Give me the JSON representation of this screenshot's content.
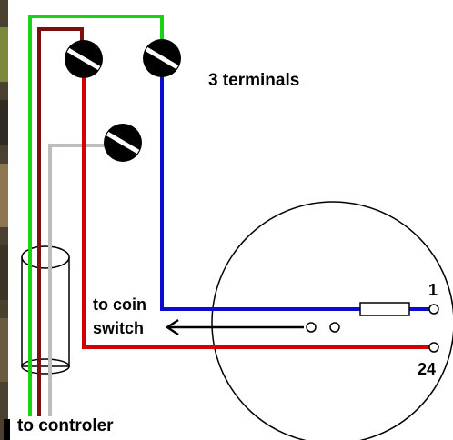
{
  "labels": {
    "terminals": "3 terminals",
    "coin_line1": "to coin",
    "coin_line2": "switch",
    "controller": "to controler",
    "pin_top": "1",
    "pin_bottom": "24"
  },
  "wire_colors": {
    "green": "#19d219",
    "maroon": "#7a1010",
    "red": "#d40000",
    "gray": "#bdbdbd",
    "blue": "#0c0cd0"
  },
  "icons": [
    "screw-terminal-icon",
    "cable-tube-icon",
    "resistor-icon",
    "arrow-left-icon",
    "connector-pin-icon"
  ]
}
